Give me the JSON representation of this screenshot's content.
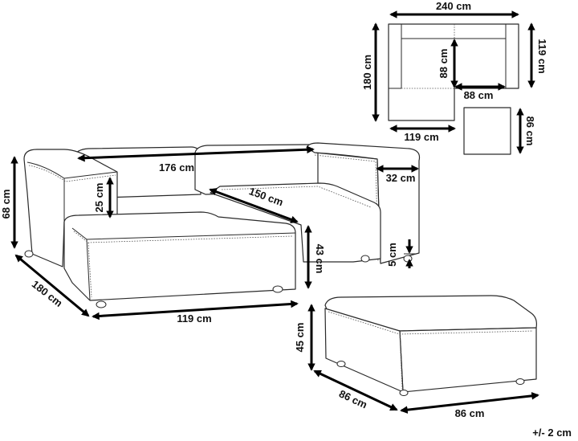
{
  "colors": {
    "outline": "#2a2a2a",
    "dimension": "#000000",
    "background": "#ffffff"
  },
  "plan_view": {
    "width_label": "240 cm",
    "depth_label": "119 cm",
    "chaise_length_label": "180 cm",
    "chaise_width_label": "119 cm",
    "inner_depth_label": "88 cm",
    "inner_width_label": "88 cm"
  },
  "ottoman_plan": {
    "depth_label": "86 cm"
  },
  "sofa": {
    "height_label": "68 cm",
    "arm_height_label": "25 cm",
    "back_width_label": "176 cm",
    "seat_depth_label": "150 cm",
    "arm_width_label": "32 cm",
    "seat_height_label": "43 cm",
    "leg_height_label": "5 cm",
    "chaise_length_label": "180 cm",
    "chaise_width_label": "119 cm"
  },
  "ottoman": {
    "height_label": "45 cm",
    "depth_label": "86 cm",
    "width_label": "86 cm"
  },
  "tolerance_label": "+/- 2 cm"
}
